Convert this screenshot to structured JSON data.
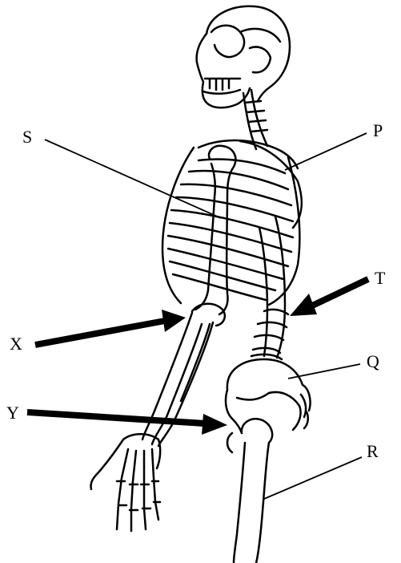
{
  "labels": {
    "S": "S",
    "P": "P",
    "T": "T",
    "X": "X",
    "Q": "Q",
    "Y": "Y",
    "R": "R"
  },
  "colors": {
    "ink": "#000000",
    "background": "#ffffff"
  }
}
